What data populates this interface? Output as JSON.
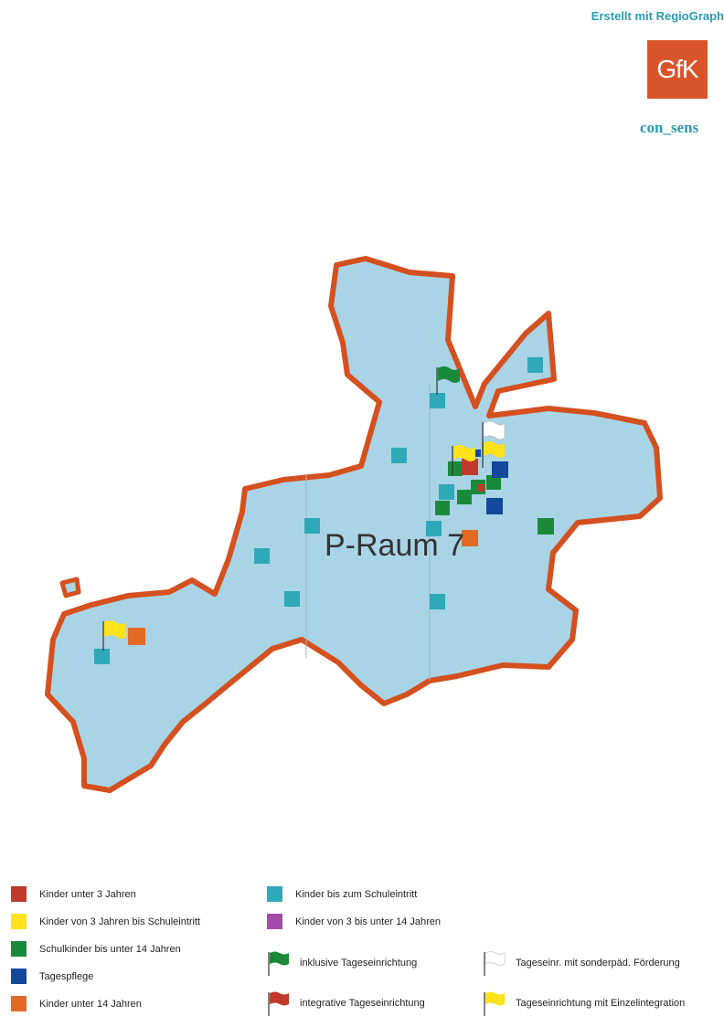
{
  "header": {
    "credit": "Erstellt mit RegioGraph",
    "logo_text": "GfK",
    "org": "con_sens"
  },
  "map": {
    "region_label": "P-Raum 7",
    "fill_color": "#a8d4e6",
    "border_color": "#d5501f"
  },
  "colors": {
    "dark_red": "#c0392b",
    "yellow": "#ffe21a",
    "green": "#1a8a3a",
    "navy": "#14489a",
    "orange": "#e06a26",
    "teal": "#2fa8b8",
    "magenta": "#a44aa8",
    "white": "#ffffff"
  },
  "legend": {
    "kinder_u3": "Kinder unter 3 Jahren",
    "kinder_3_schule": "Kinder von 3 Jahren bis Schuleintritt",
    "schulkinder": "Schulkinder bis unter 14 Jahren",
    "tagespflege": "Tagespflege",
    "kinder_u14": "Kinder unter 14 Jahren",
    "kinder_bis_schule": "Kinder bis zum Schuleintritt",
    "kinder_3_14": "Kinder von 3 bis unter 14 Jahren",
    "inklusive": "inklusive Tageseinrichtung",
    "integrative": "integrative Tageseinrichtung",
    "sonderpaed": "Tageseinr. mit sonderpäd. Förderung",
    "einzelintegration": "Tageseinrichtung mit Einzelintegration"
  }
}
